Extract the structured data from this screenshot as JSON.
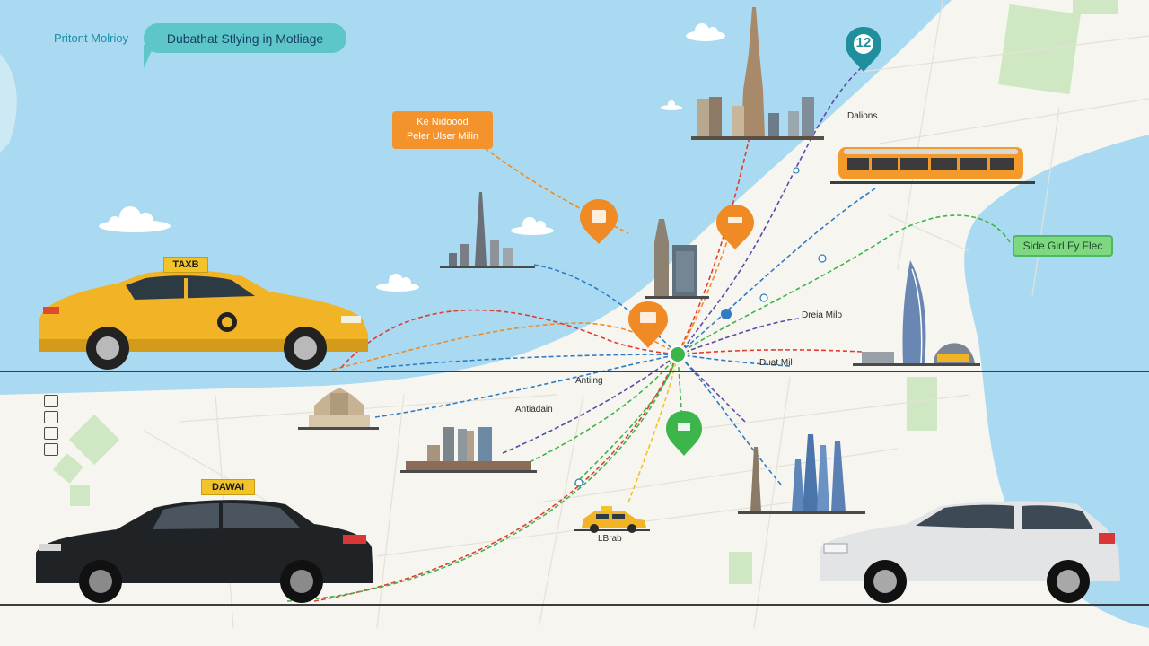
{
  "header": {
    "title_left": "Pritont Molrioy",
    "callout": "Dubathat Stlying iŋ Motliage"
  },
  "callouts": {
    "orange_line1": "Ke Nidoood",
    "orange_line2": "Peler Ulser Milin",
    "green": "Side Girl Fy Flec"
  },
  "map_labels": {
    "dalions": "Dalions",
    "dreia_milo": "Dreia Milo",
    "duat_mil": "Duat Mil",
    "antiing": "Antiing",
    "antiadain": "Antiadain",
    "lbrab": "LBrab"
  },
  "taxi_signs": {
    "yellow": "TAXB",
    "black": "DAWAI"
  },
  "pin_badge": "12",
  "colors": {
    "water": "#a9daf1",
    "land": "#f7f5ef",
    "park": "#cfe8c3",
    "yellow_taxi": "#f2b427",
    "black_taxi": "#202326",
    "white_car": "#e3e4e6",
    "tram": "#f39a2b",
    "hub": "#3cb54a",
    "pin_orange": "#f08a24",
    "pin_teal": "#1f8f9e",
    "pin_green": "#3cb54a",
    "route_orange": "#f08a24",
    "route_red": "#e03c31",
    "route_blue": "#2f7cc4",
    "route_green": "#3cb54a",
    "route_purple": "#5b4aa8",
    "route_yellow": "#f2c321"
  },
  "icons": [
    "taxi-car-icon",
    "black-car-icon",
    "white-car-icon",
    "tram-icon",
    "map-pin-icon",
    "hub-node-icon",
    "skyline-icon",
    "burj-al-arab-icon",
    "cloud-icon"
  ]
}
